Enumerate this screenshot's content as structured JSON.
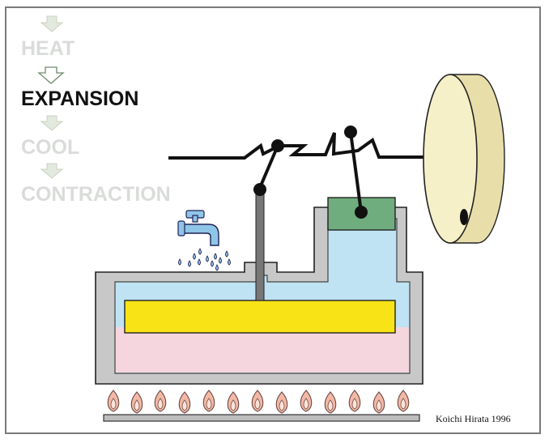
{
  "stages": [
    {
      "label": "HEAT",
      "active": false
    },
    {
      "label": "EXPANSION",
      "active": true
    },
    {
      "label": "COOL",
      "active": false
    },
    {
      "label": "CONTRACTION",
      "active": false
    }
  ],
  "credit": "Koichi Hirata 1996",
  "colors": {
    "active_text": "#111111",
    "inactive_text": "#d9dcd9",
    "arrow": "#dfe6d9",
    "housing": "#c8c8c8",
    "air": "#bfe3f2",
    "heated_air": "#f5d6de",
    "displacer": "#f7e316",
    "power_piston": "#6fad7e",
    "flywheel": "#f5f0c8",
    "flame": "#f4b8a6"
  },
  "icons": [
    "down-arrow-icon",
    "faucet-icon",
    "water-drop-icon",
    "flame-icon"
  ]
}
